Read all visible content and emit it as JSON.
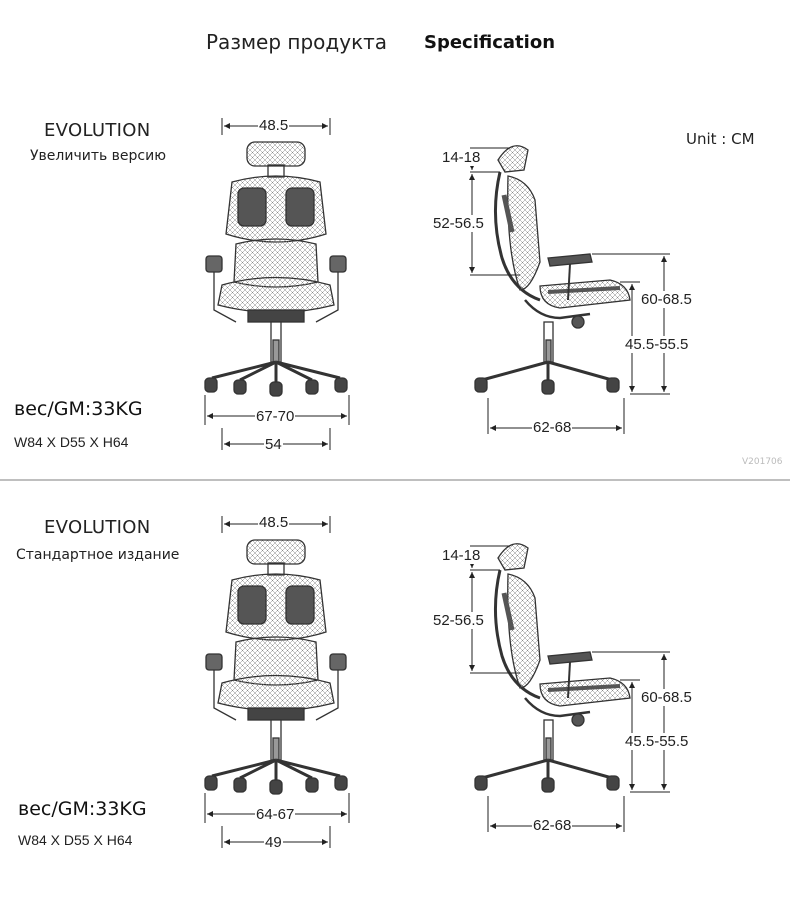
{
  "header": {
    "title_ru": "Размер продукта",
    "title_en": "Specification"
  },
  "unit_label": "Unit : CM",
  "version_tag": "V201706",
  "sections": [
    {
      "model": "EVOLUTION",
      "edition": "Увеличить версию",
      "weight": "вес/GM:33KG",
      "dimensions": "W84 X D55 X H64",
      "front": {
        "top_width": "48.5",
        "arm_width": "67-70",
        "base_width": "54"
      },
      "side": {
        "headrest": "14-18",
        "backrest": "52-56.5",
        "arm_height": "60-68.5",
        "seat_height": "45.5-55.5",
        "depth": "62-68"
      }
    },
    {
      "model": "EVOLUTION",
      "edition": "Стандартное издание",
      "weight": "вес/GM:33KG",
      "dimensions": "W84 X D55 X H64",
      "front": {
        "top_width": "48.5",
        "arm_width": "64-67",
        "base_width": "49"
      },
      "side": {
        "headrest": "14-18",
        "backrest": "52-56.5",
        "arm_height": "60-68.5",
        "seat_height": "45.5-55.5",
        "depth": "62-68"
      }
    }
  ]
}
